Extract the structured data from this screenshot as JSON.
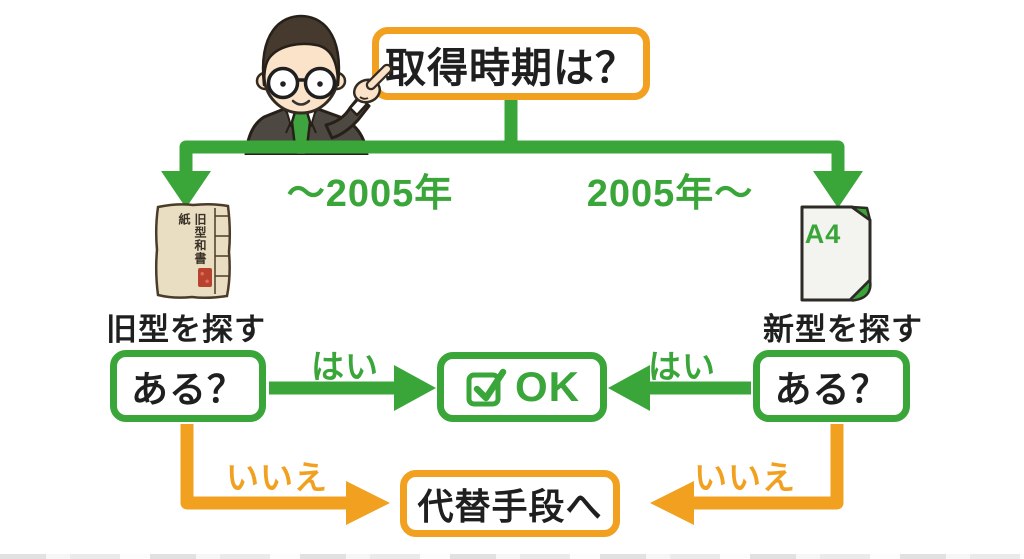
{
  "diagram": {
    "title_question": "取得時期は？",
    "branch_labels": {
      "left": "〜2005年",
      "right": "2005年〜"
    },
    "left_branch": {
      "document_title": "旧型和書紙",
      "action_label": "旧型を探す",
      "question": "ある？",
      "yes_label": "はい",
      "no_label": "いいえ"
    },
    "right_branch": {
      "paper_size": "A4",
      "action_label": "新型を探す",
      "question": "ある？",
      "yes_label": "はい",
      "no_label": "いいえ"
    },
    "success_label": "OK",
    "fallback_label": "代替手段へ"
  },
  "colors": {
    "green": "#3AA63A",
    "orange": "#F1A01F",
    "text": "#1F1F1F",
    "old_paper": "#E9DEC2",
    "seal_red": "#B9422F"
  }
}
